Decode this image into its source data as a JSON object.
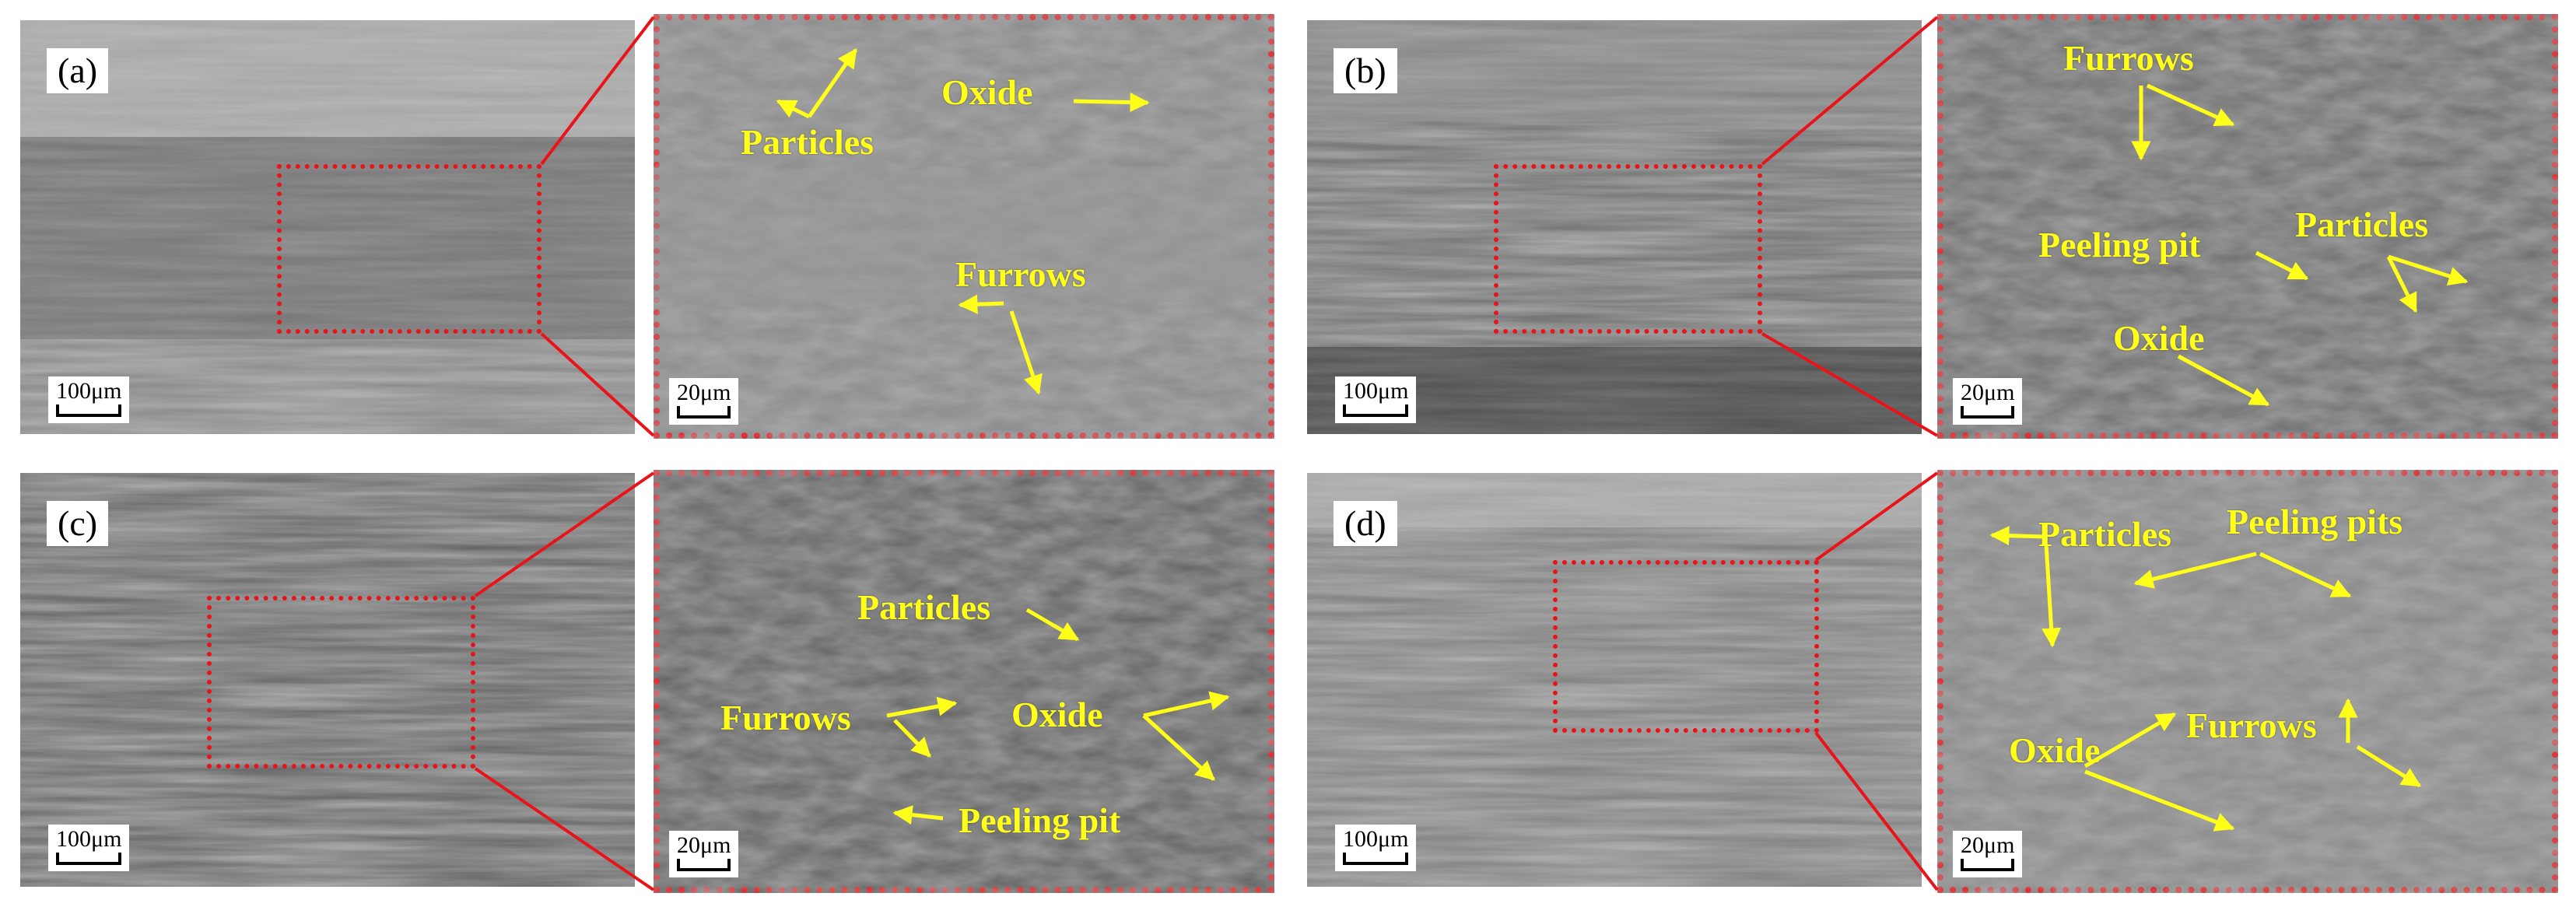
{
  "panels": [
    {
      "tag": "(a)",
      "overview_scale": "100μm",
      "zoom_scale": "20μm",
      "labels": {
        "l1": "Particles",
        "l2": "Oxide",
        "l3": "Furrows"
      }
    },
    {
      "tag": "(b)",
      "overview_scale": "100μm",
      "zoom_scale": "20μm",
      "labels": {
        "l1": "Furrows",
        "l2": "Peeling pit",
        "l3": "Particles",
        "l4": "Oxide"
      }
    },
    {
      "tag": "(c)",
      "overview_scale": "100μm",
      "zoom_scale": "20μm",
      "labels": {
        "l1": "Particles",
        "l2": "Furrows",
        "l3": "Oxide",
        "l4": "Peeling pit"
      }
    },
    {
      "tag": "(d)",
      "overview_scale": "100μm",
      "zoom_scale": "20μm",
      "labels": {
        "l1": "Particles",
        "l2": "Peeling pits",
        "l3": "Oxide",
        "l4": "Furrows"
      }
    }
  ],
  "colors": {
    "box": "#e8141a",
    "annotation": "#ffff1a"
  }
}
